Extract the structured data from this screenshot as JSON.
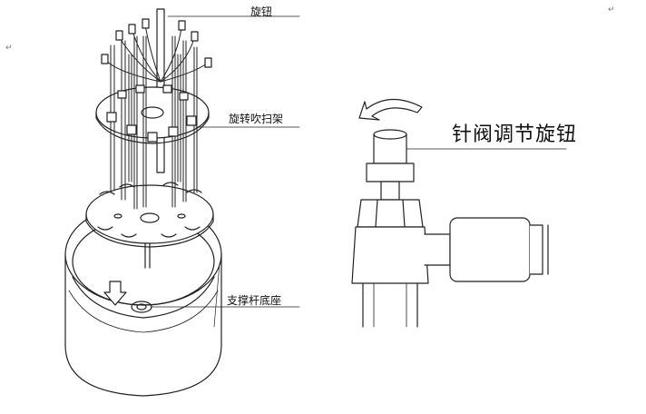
{
  "labels": {
    "knob": "旋钮",
    "rotating_blow_rack": "旋转吹扫架",
    "support_rod_base": "支撑杆底座",
    "needle_valve_knob": "针阀调节旋钮"
  },
  "paragraph_mark": "↵"
}
